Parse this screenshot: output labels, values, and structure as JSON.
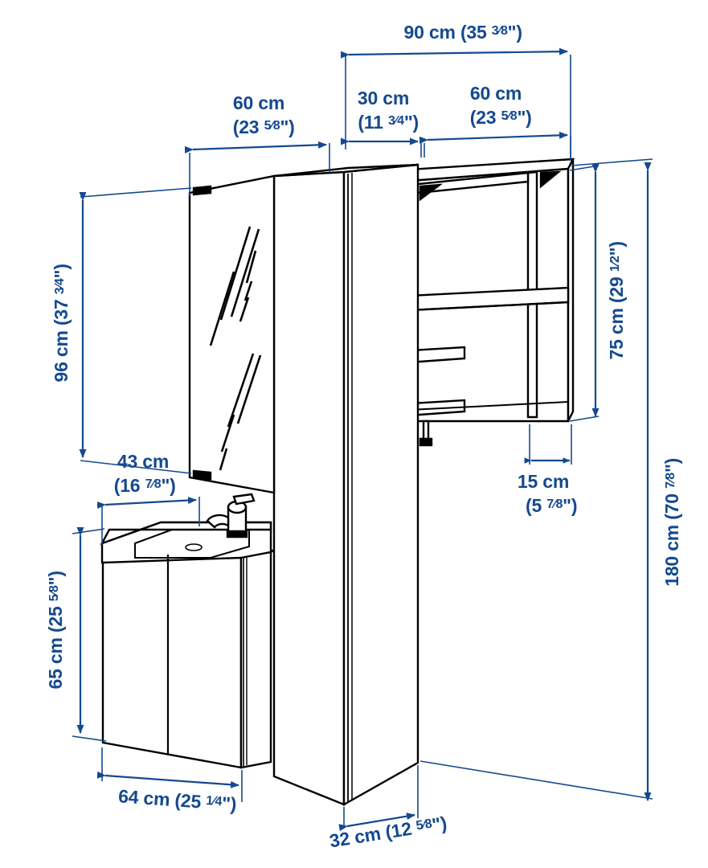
{
  "drawing": {
    "title": "Bathroom furniture set dimension drawing",
    "units": "cm and inches",
    "line_color": "#14498f",
    "object_color": "#000000",
    "background": "#ffffff"
  },
  "objects": [
    {
      "id": "mirror-cabinet",
      "label": "mirror cabinet",
      "width_cm": 60,
      "height_cm": 96
    },
    {
      "id": "tall-cabinet",
      "label": "tall cabinet",
      "width_cm": 30,
      "depth_cm": 32,
      "height_cm": 180
    },
    {
      "id": "wall-shelf-unit",
      "label": "open wall shelf unit",
      "width_cm": 60,
      "height_cm": 75,
      "depth_cm": 15
    },
    {
      "id": "washbasin",
      "label": "washbasin with faucet",
      "depth_cm": 43
    },
    {
      "id": "vanity-cabinet",
      "label": "two door vanity cabinet",
      "width_cm": 64,
      "height_cm": 65
    }
  ],
  "dimensions": {
    "total_width": {
      "cm": "90 cm",
      "inch_whole": "(35 ",
      "inch_frac": "3/8",
      "inch_tail": "\")"
    },
    "tall_cabinet_width": {
      "cm": "30 cm",
      "inch_whole": "(11 ",
      "inch_frac": "3/4",
      "inch_tail": "\")"
    },
    "wall_shelf_width": {
      "cm": "60 cm",
      "inch_whole": "(23 ",
      "inch_frac": "5/8",
      "inch_tail": "\")"
    },
    "mirror_width": {
      "cm": "60 cm",
      "inch_whole": "(23 ",
      "inch_frac": "5/8",
      "inch_tail": "\")"
    },
    "mirror_height": {
      "cm": "96 cm",
      "inch_whole": "(37 ",
      "inch_frac": "3/4",
      "inch_tail": "\")"
    },
    "basin_depth": {
      "cm": "43 cm",
      "inch_whole": "(16 ",
      "inch_frac": "7/8",
      "inch_tail": "\")"
    },
    "vanity_height": {
      "cm": "65 cm",
      "inch_whole": "(25 ",
      "inch_frac": "5/8",
      "inch_tail": "\")"
    },
    "vanity_width": {
      "cm": "64 cm ",
      "inch_whole": "(25 ",
      "inch_frac": "1/4",
      "inch_tail": "\")"
    },
    "tall_cabinet_depth": {
      "cm": "32 cm ",
      "inch_whole": "(12 ",
      "inch_frac": "5/8",
      "inch_tail": "\")"
    },
    "wall_shelf_height": {
      "cm": "75 cm",
      "inch_whole": "(29 ",
      "inch_frac": "1/2",
      "inch_tail": "\")"
    },
    "wall_shelf_depth": {
      "cm": "15 cm",
      "inch_whole": "(5 ",
      "inch_frac": "7/8",
      "inch_tail": "\")"
    },
    "total_height": {
      "cm": "180 cm",
      "inch_whole": "(70 ",
      "inch_frac": "7/8",
      "inch_tail": "\")"
    }
  }
}
